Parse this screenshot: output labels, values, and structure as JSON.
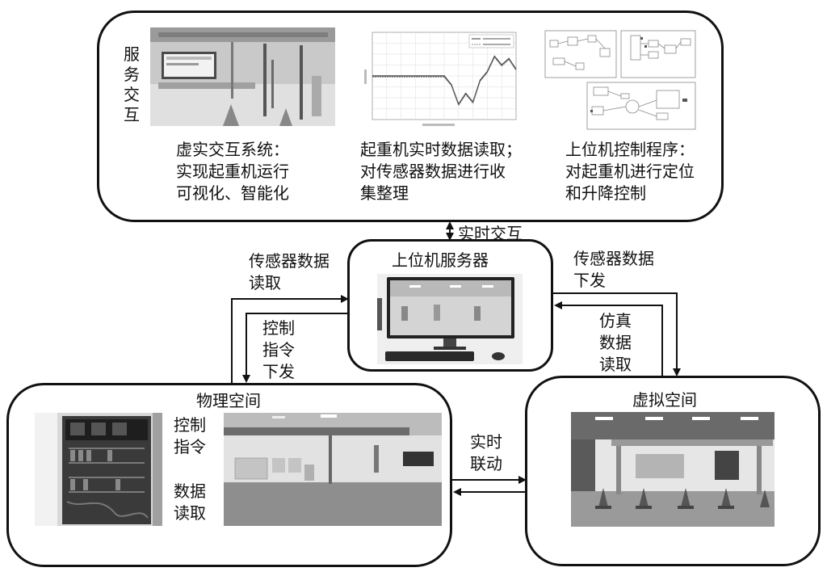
{
  "service_box": {
    "title": "服务交互",
    "items": [
      {
        "caption": [
          "虚实交互系统：",
          "实现起重机运行",
          "可视化、智能化"
        ]
      },
      {
        "caption": [
          "起重机实时数据读取；",
          "对传感器数据进行收",
          "集整理"
        ]
      },
      {
        "caption": [
          "上位机控制程序：",
          "对起重机进行定位",
          "和升降控制"
        ]
      }
    ]
  },
  "server_box": {
    "title": "上位机服务器"
  },
  "physical_box": {
    "title": "物理空间"
  },
  "virtual_box": {
    "title": "虚拟空间"
  },
  "links": {
    "realtime_interaction": "实时交互",
    "sensor_read": [
      "传感器数据",
      "读取"
    ],
    "sensor_send": [
      "传感器数据",
      "下发"
    ],
    "control_down": [
      "控制",
      "指令",
      "下发"
    ],
    "sim_read": [
      "仿真",
      "数据",
      "读取"
    ],
    "control_cmd": [
      "控制",
      "指令"
    ],
    "data_read": [
      "数据",
      "读取"
    ],
    "realtime_link": [
      "实时",
      "联动"
    ]
  },
  "chart_data": {
    "type": "line",
    "series": [
      {
        "name": "",
        "x": [
          0,
          100,
          200,
          300,
          400,
          500,
          550,
          600,
          650,
          700,
          750,
          800,
          850,
          900,
          950,
          1000
        ],
        "y": [
          0,
          0,
          0,
          0,
          0,
          0,
          -4,
          -13,
          -8,
          -12,
          -2,
          2,
          9,
          5,
          8,
          3
        ]
      }
    ],
    "xlim": [
      0,
      1000
    ],
    "ylim": [
      -20,
      20
    ],
    "grid": true,
    "legend": "top-right"
  }
}
